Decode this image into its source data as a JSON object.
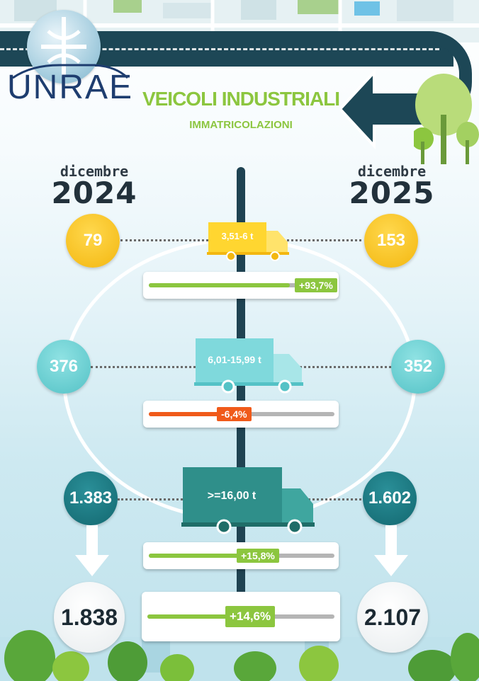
{
  "brand": {
    "name": "UNRAE"
  },
  "header": {
    "title": "VEICOLI INDUSTRIALI",
    "subtitle": "IMMATRICOLAZIONI"
  },
  "periods": {
    "left": {
      "month": "dicembre",
      "year": "2024"
    },
    "right": {
      "month": "dicembre",
      "year": "2025"
    }
  },
  "rows": [
    {
      "category": "3,51-6 t",
      "left": "79",
      "right": "153",
      "change": "+93,7%",
      "change_fraction": 0.77,
      "direction": "up"
    },
    {
      "category": "6,01-15,99 t",
      "left": "376",
      "right": "352",
      "change": "-6,4%",
      "change_fraction": 0.5,
      "direction": "down"
    },
    {
      "category": ">=16,00 t",
      "left": "1.383",
      "right": "1.602",
      "change": "+15,8%",
      "change_fraction": 0.54,
      "direction": "up"
    }
  ],
  "total": {
    "left": "1.838",
    "right": "2.107",
    "change": "+14,6%",
    "change_fraction": 0.53
  },
  "colors": {
    "accent_green": "#8cc63f",
    "negative_orange": "#f05a1a",
    "yellow": "#f3b710",
    "cyan": "#54c2c6",
    "teal": "#136870",
    "road": "#1d4756"
  }
}
